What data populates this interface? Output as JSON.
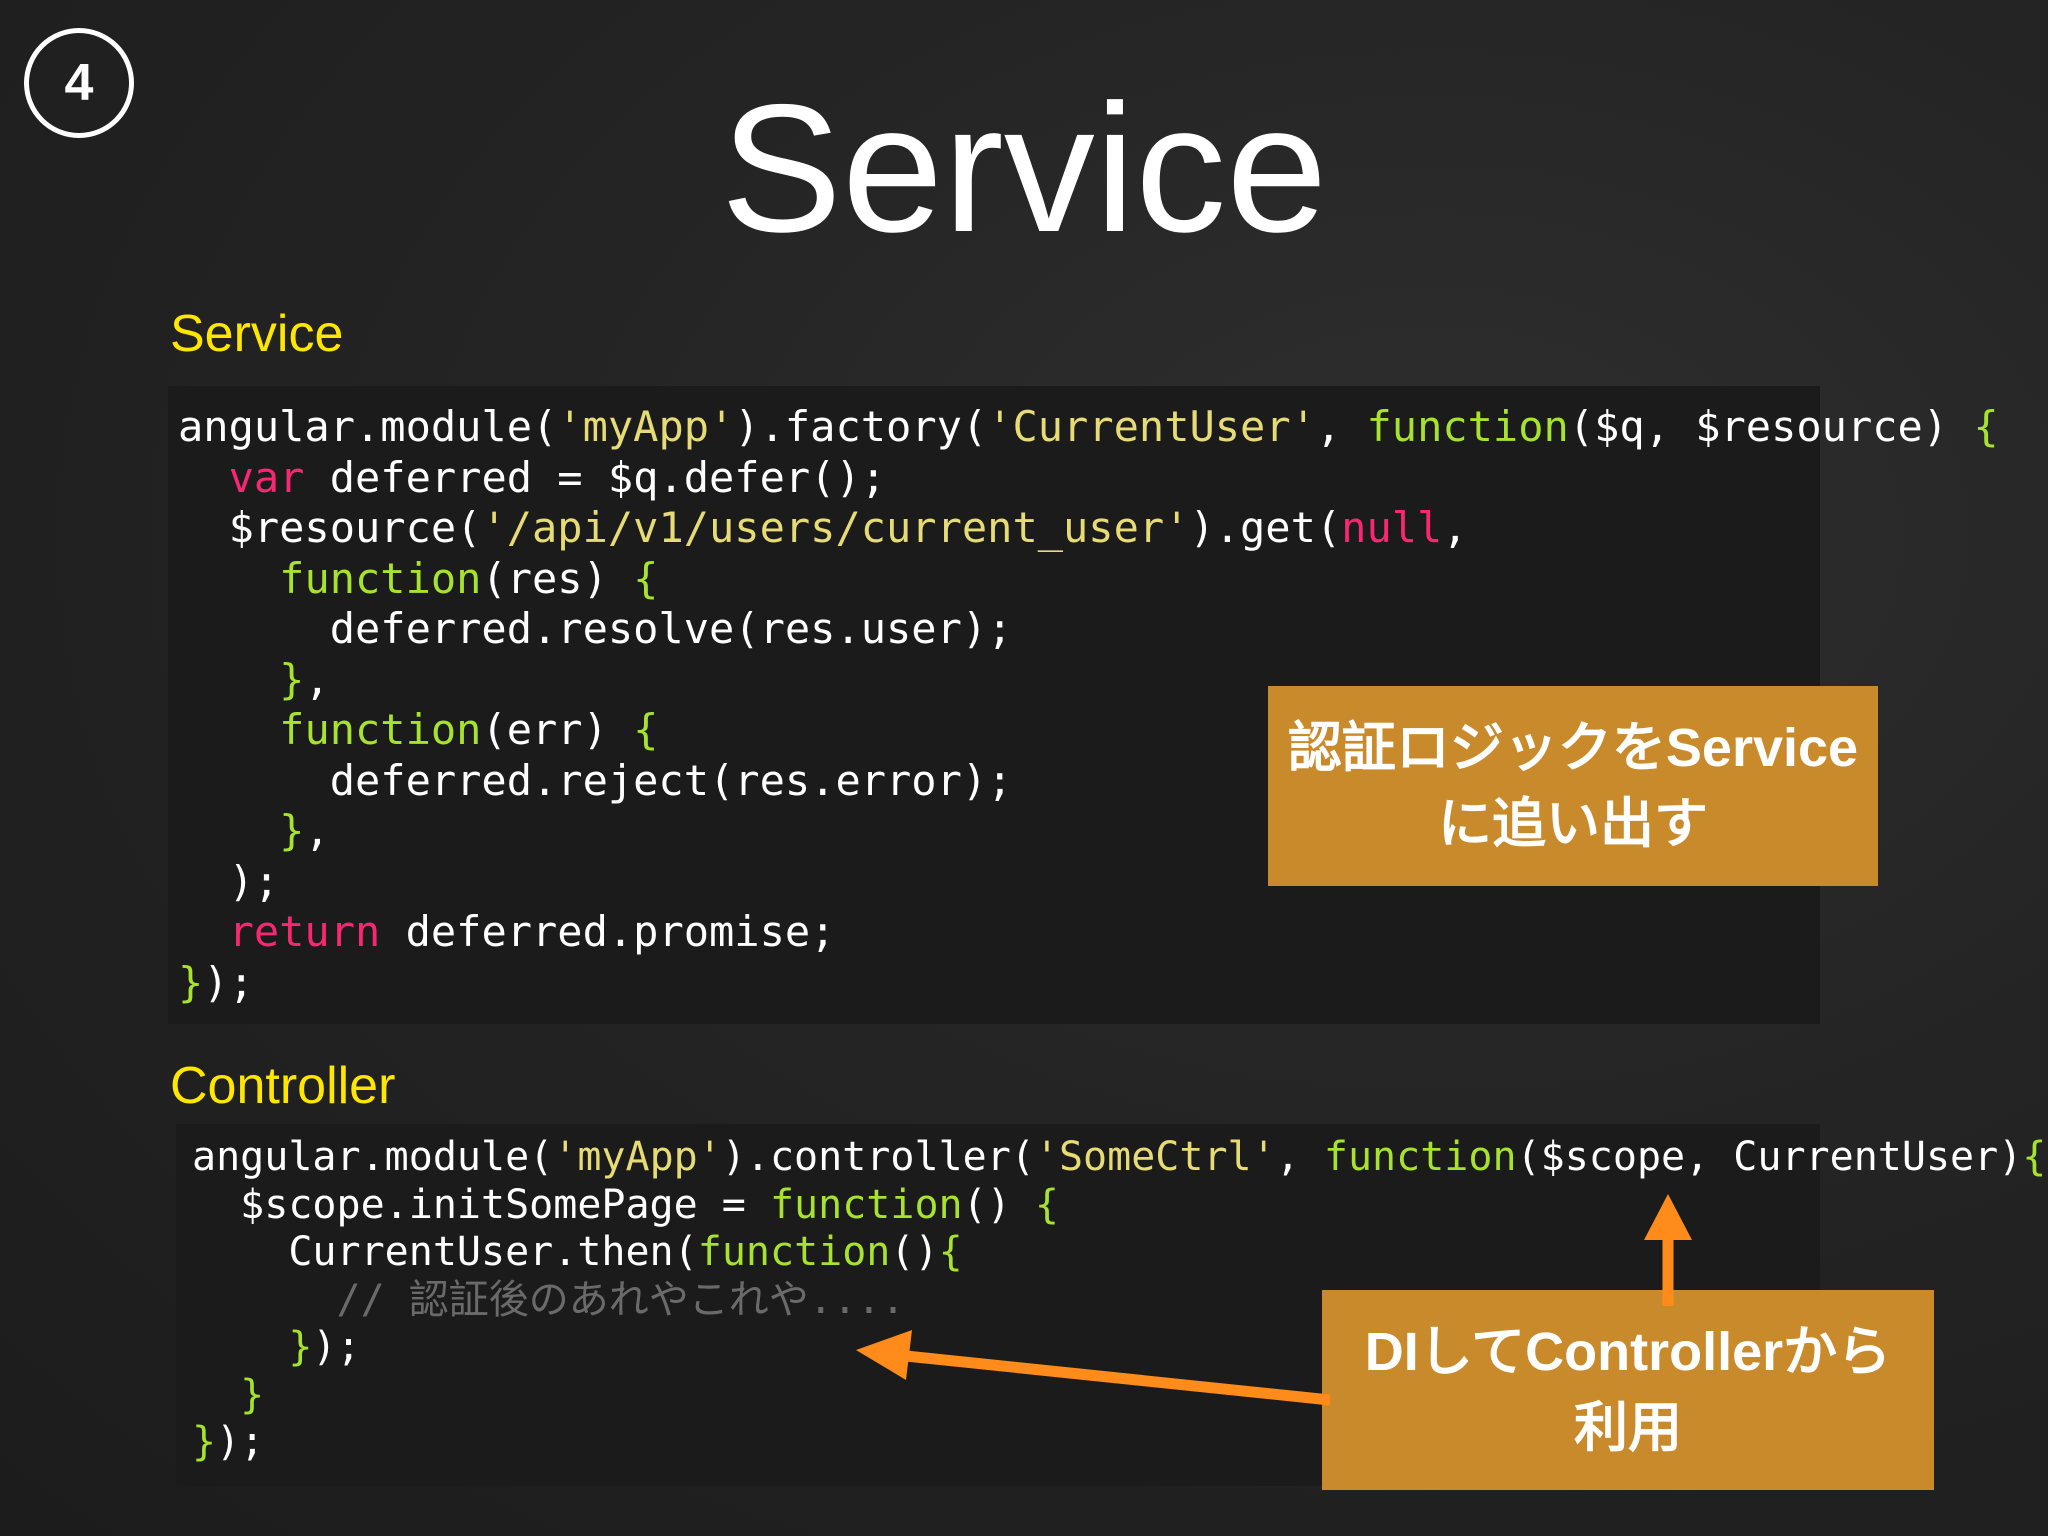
{
  "slide": {
    "step_number": "4",
    "title": "Service"
  },
  "service_section": {
    "label": "Service",
    "code_lines": [
      [
        {
          "t": "angular.module(",
          "c": "plain"
        },
        {
          "t": "'myApp'",
          "c": "str"
        },
        {
          "t": ").factory(",
          "c": "plain"
        },
        {
          "t": "'CurrentUser'",
          "c": "str"
        },
        {
          "t": ", ",
          "c": "plain"
        },
        {
          "t": "function",
          "c": "fn"
        },
        {
          "t": "($q, $resource) ",
          "c": "plain"
        },
        {
          "t": "{",
          "c": "fn"
        }
      ],
      [
        {
          "t": "  ",
          "c": "plain"
        },
        {
          "t": "var",
          "c": "kw"
        },
        {
          "t": " deferred = $q.defer();",
          "c": "plain"
        }
      ],
      [
        {
          "t": "  $resource(",
          "c": "plain"
        },
        {
          "t": "'/api/v1/users/current_user'",
          "c": "str"
        },
        {
          "t": ").get(",
          "c": "plain"
        },
        {
          "t": "null",
          "c": "kw"
        },
        {
          "t": ",",
          "c": "plain"
        }
      ],
      [
        {
          "t": "    ",
          "c": "plain"
        },
        {
          "t": "function",
          "c": "fn"
        },
        {
          "t": "(res) ",
          "c": "plain"
        },
        {
          "t": "{",
          "c": "fn"
        }
      ],
      [
        {
          "t": "      deferred.resolve(res.user);",
          "c": "plain"
        }
      ],
      [
        {
          "t": "    ",
          "c": "plain"
        },
        {
          "t": "}",
          "c": "fn"
        },
        {
          "t": ",",
          "c": "plain"
        }
      ],
      [
        {
          "t": "    ",
          "c": "plain"
        },
        {
          "t": "function",
          "c": "fn"
        },
        {
          "t": "(err) ",
          "c": "plain"
        },
        {
          "t": "{",
          "c": "fn"
        }
      ],
      [
        {
          "t": "      deferred.reject(res.error);",
          "c": "plain"
        }
      ],
      [
        {
          "t": "    ",
          "c": "plain"
        },
        {
          "t": "}",
          "c": "fn"
        },
        {
          "t": ",",
          "c": "plain"
        }
      ],
      [
        {
          "t": "  );",
          "c": "plain"
        }
      ],
      [
        {
          "t": "  ",
          "c": "plain"
        },
        {
          "t": "return",
          "c": "kw"
        },
        {
          "t": " deferred.promise;",
          "c": "plain"
        }
      ],
      [
        {
          "t": "}",
          "c": "fn"
        },
        {
          "t": ");",
          "c": "plain"
        }
      ]
    ]
  },
  "controller_section": {
    "label": "Controller",
    "code_lines": [
      [
        {
          "t": "angular.module(",
          "c": "plain"
        },
        {
          "t": "'myApp'",
          "c": "str"
        },
        {
          "t": ").controller(",
          "c": "plain"
        },
        {
          "t": "'SomeCtrl'",
          "c": "str"
        },
        {
          "t": ", ",
          "c": "plain"
        },
        {
          "t": "function",
          "c": "fn"
        },
        {
          "t": "($scope, CurrentUser)",
          "c": "plain"
        },
        {
          "t": "{",
          "c": "fn"
        }
      ],
      [
        {
          "t": "  $scope.initSomePage = ",
          "c": "plain"
        },
        {
          "t": "function",
          "c": "fn"
        },
        {
          "t": "() ",
          "c": "plain"
        },
        {
          "t": "{",
          "c": "fn"
        }
      ],
      [
        {
          "t": "    CurrentUser.then(",
          "c": "plain"
        },
        {
          "t": "function",
          "c": "fn"
        },
        {
          "t": "()",
          "c": "plain"
        },
        {
          "t": "{",
          "c": "fn"
        }
      ],
      [
        {
          "t": "      // 認証後のあれやこれや....",
          "c": "cmt"
        }
      ],
      [
        {
          "t": "    ",
          "c": "plain"
        },
        {
          "t": "}",
          "c": "fn"
        },
        {
          "t": ");",
          "c": "plain"
        }
      ],
      [
        {
          "t": "  ",
          "c": "plain"
        },
        {
          "t": "}",
          "c": "fn"
        }
      ],
      [
        {
          "t": "}",
          "c": "fn"
        },
        {
          "t": ");",
          "c": "plain"
        }
      ]
    ]
  },
  "callouts": {
    "service_note": {
      "line1": "認証ロジックをService",
      "line2": "に追い出す"
    },
    "controller_note": {
      "line1": "DIしてControllerから",
      "line2": "利用"
    }
  },
  "colors": {
    "background": "#222222",
    "label_yellow": "#ffe600",
    "callout_orange": "#c98a2c",
    "arrow_orange": "#ff8c1a",
    "code_bg": "#1b1b1b"
  }
}
